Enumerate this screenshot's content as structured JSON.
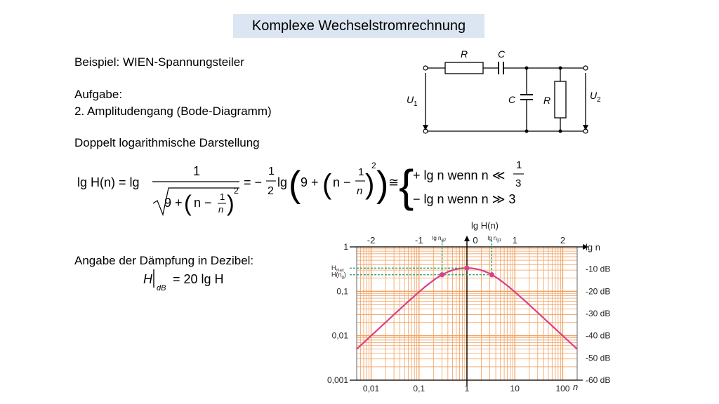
{
  "slide": {
    "title": "Komplexe Wechselstromrechnung",
    "example": "Beispiel: WIEN-Spannungsteiler",
    "task_label": "Aufgabe:",
    "task_text": "2. Amplitudengang (Bode-Diagramm)",
    "double_log": "Doppelt logarithmische Darstellung",
    "db_label": "Angabe der Dämpfung in Dezibel:"
  },
  "circuit": {
    "r_series": "R",
    "c_series": "C",
    "c_parallel": "C",
    "r_parallel": "R",
    "u1": "U",
    "u1_sub": "1",
    "u2": "U",
    "u2_sub": "2"
  },
  "formula": {
    "lhs": "lg H(n) = lg",
    "num": "1",
    "den_prefix": "9 +",
    "eq2": "= −",
    "half_num": "1",
    "half_den": "2",
    "lg": "lg",
    "nine": "9 +",
    "n_minus": "n −",
    "frac_n_num": "1",
    "frac_n_den": "n",
    "sq": "2",
    "approx": "≅",
    "case1": "+ lg n   wenn n ≪",
    "case1_num": "1",
    "case1_den": "3",
    "case2": "− lg n   wenn n ≫ 3",
    "db_lhs": "H",
    "db_sub": "dB",
    "db_rhs": "= 20 lg H"
  },
  "colors": {
    "grid": "#f0a060",
    "curve": "#d9408a",
    "marker_lines": "#2e9a66",
    "title_bg": "#dce6f2"
  },
  "chart_data": {
    "type": "line",
    "xscale": "log",
    "yscale": "log",
    "xlabel": "n",
    "ylabel": "lg H(n)",
    "top_axis_label": "lg n",
    "xlim": [
      0.005,
      200
    ],
    "ylim": [
      0.001,
      1
    ],
    "x_ticks": [
      "0,01",
      "0,1",
      "1",
      "10",
      "100"
    ],
    "y_ticks": [
      "1",
      "0,1",
      "0,01",
      "0,001"
    ],
    "top_ticks": [
      "-2",
      "-1",
      "0",
      "1",
      "2"
    ],
    "top_marks": [
      {
        "label": "lg n",
        "sub": "g2"
      },
      {
        "label": "lg n",
        "sub": "g1"
      }
    ],
    "db_ticks": [
      "-10 dB",
      "-20 dB",
      "-30 dB",
      "-40 dB",
      "-50 dB",
      "-60 dB"
    ],
    "annotations": [
      {
        "label": "H",
        "sub": "max",
        "value": 0.333
      },
      {
        "label": "H(n",
        "sub": "g",
        "suffix": ")",
        "value": 0.236
      }
    ],
    "series": [
      {
        "function": "1/sqrt(9+(n-1/n)^2)",
        "x_from": 0.005,
        "x_to": 200
      }
    ],
    "points": [
      {
        "x": 0.303,
        "y": 0.236
      },
      {
        "x": 1,
        "y": 0.333
      },
      {
        "x": 3.303,
        "y": 0.236
      }
    ],
    "grid": true
  }
}
